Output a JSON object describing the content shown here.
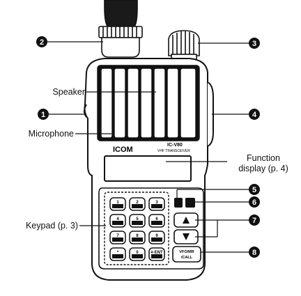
{
  "labels": {
    "speaker": "Speaker",
    "microphone": "Microphone",
    "function_display_1": "Function",
    "function_display_2": "display (p. 4)",
    "keypad": "Keypad (p. 3)"
  },
  "callouts": [
    "1",
    "2",
    "3",
    "4",
    "5",
    "6",
    "7",
    "8"
  ],
  "radio": {
    "brand": "ICOM",
    "model": "IC-V80",
    "subtitle": "VHF TRANSCEIVER",
    "keys": [
      [
        "1",
        "2",
        "3"
      ],
      [
        "4",
        "5",
        "6"
      ],
      [
        "7",
        "8",
        "9"
      ],
      [
        "*",
        "0",
        "#·ENT"
      ]
    ],
    "vfo_key_1": "VFO/MR",
    "vfo_key_2": "/CALL"
  }
}
